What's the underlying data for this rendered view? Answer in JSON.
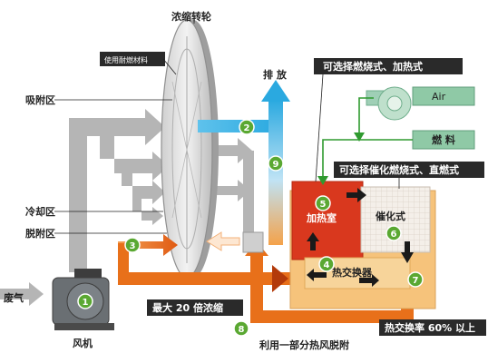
{
  "labels": {
    "rotor": "浓缩转轮",
    "fireproof": "使用耐燃材料",
    "adsorption": "吸附区",
    "cooling": "冷却区",
    "desorption": "脱附区",
    "exhaust": "排 放",
    "fuel_heat": "可选择燃烧式、加热式",
    "air": "Air",
    "fuel": "燃 料",
    "catalytic_direct": "可选择催化燃烧式、直燃式",
    "heating_chamber": "加热室",
    "catalytic": "催化式",
    "heat_exchanger": "热交换器",
    "waste_gas": "废气",
    "fan": "风机",
    "max_conc": "最大 20 倍浓缩",
    "exchange_rate": "热交换率 60% 以上",
    "partial_heat": "利用一部分热风脱附"
  },
  "steps": [
    "1",
    "2",
    "3",
    "4",
    "5",
    "6",
    "7",
    "8",
    "9"
  ],
  "colors": {
    "gray_flow": "#b5b5b5",
    "blue_flow": "#2aa9e0",
    "orange_flow": "#e8701a",
    "red_box": "#d9381e",
    "green_badge": "#5aa832",
    "dark_box": "#2a2a2a"
  }
}
